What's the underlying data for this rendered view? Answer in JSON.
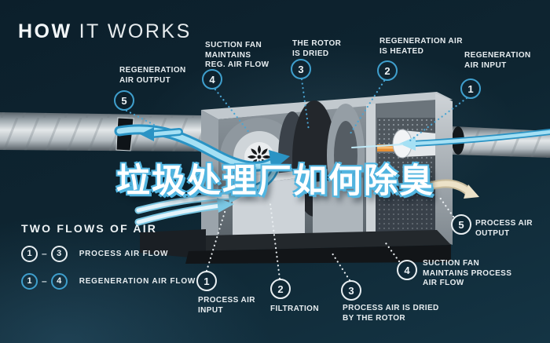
{
  "title": {
    "primary": "HOW",
    "secondary": "IT WORKS"
  },
  "overlay": {
    "headline": "垃圾处理厂如何除臭"
  },
  "legend": {
    "header": "TWO FLOWS OF AIR",
    "rows": [
      {
        "from": "1",
        "sep": "–",
        "to": "3",
        "label": "PROCESS AIR FLOW"
      },
      {
        "from": "1",
        "sep": "–",
        "to": "4",
        "label": "REGENERATION AIR FLOW"
      }
    ]
  },
  "callouts": {
    "regeneration": [
      {
        "num": "1",
        "label": "REGENERATION\nAIR INPUT"
      },
      {
        "num": "2",
        "label": "REGENERATION AIR\nIS HEATED"
      },
      {
        "num": "3",
        "label": "THE ROTOR\nIS DRIED"
      },
      {
        "num": "4",
        "label": "SUCTION FAN\nMAINTAINS\nREG. AIR FLOW"
      },
      {
        "num": "5",
        "label": "REGENERATION\nAIR OUTPUT"
      }
    ],
    "process": [
      {
        "num": "1",
        "label": "PROCESS AIR\nINPUT"
      },
      {
        "num": "2",
        "label": "FILTRATION"
      },
      {
        "num": "3",
        "label": "PROCESS AIR IS DRIED\nBY THE ROTOR"
      },
      {
        "num": "4",
        "label": "SUCTION FAN\nMAINTAINS PROCESS\nAIR FLOW"
      },
      {
        "num": "5",
        "label": "PROCESS AIR\nOUTPUT"
      }
    ]
  },
  "colors": {
    "background": "#0e2531",
    "regeneration_accent": "#3f9fcd",
    "process_accent": "#e8eef1",
    "airflow_blue": "#a5e0f4",
    "heater_orange": "#e58f35",
    "output_tan": "#ece2c8",
    "headline_glow": "#52b5e0"
  }
}
